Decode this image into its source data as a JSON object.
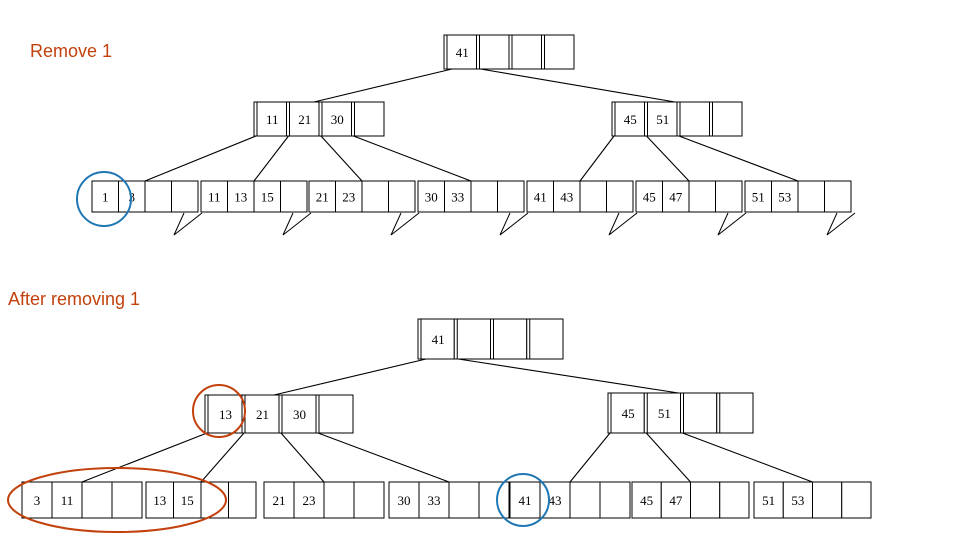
{
  "colors": {
    "heading": "#c2410c",
    "highlight_blue": "#1f77b4",
    "highlight_orange": "#c2410c"
  },
  "panels": [
    {
      "title": "Remove 1",
      "root": [
        "41",
        "",
        "",
        ""
      ],
      "internal": [
        [
          "11",
          "21",
          "30",
          ""
        ],
        [
          "45",
          "51",
          "",
          ""
        ]
      ],
      "leaves": [
        [
          "1",
          "3",
          "",
          ""
        ],
        [
          "11",
          "13",
          "15",
          ""
        ],
        [
          "21",
          "23",
          "",
          ""
        ],
        [
          "30",
          "33",
          "",
          ""
        ],
        [
          "41",
          "43",
          "",
          ""
        ],
        [
          "45",
          "47",
          "",
          ""
        ],
        [
          "51",
          "53",
          "",
          ""
        ]
      ]
    },
    {
      "title": "After removing 1",
      "root": [
        "41",
        "",
        "",
        ""
      ],
      "internal": [
        [
          "13",
          "21",
          "30",
          ""
        ],
        [
          "45",
          "51",
          "",
          ""
        ]
      ],
      "leaves": [
        [
          "3",
          "11",
          "",
          ""
        ],
        [
          "13",
          "15",
          "",
          ""
        ],
        [
          "21",
          "23",
          "",
          ""
        ],
        [
          "30",
          "33",
          "",
          ""
        ],
        [
          "41",
          "43",
          "",
          ""
        ],
        [
          "45",
          "47",
          "",
          ""
        ],
        [
          "51",
          "53",
          "",
          ""
        ]
      ]
    }
  ]
}
